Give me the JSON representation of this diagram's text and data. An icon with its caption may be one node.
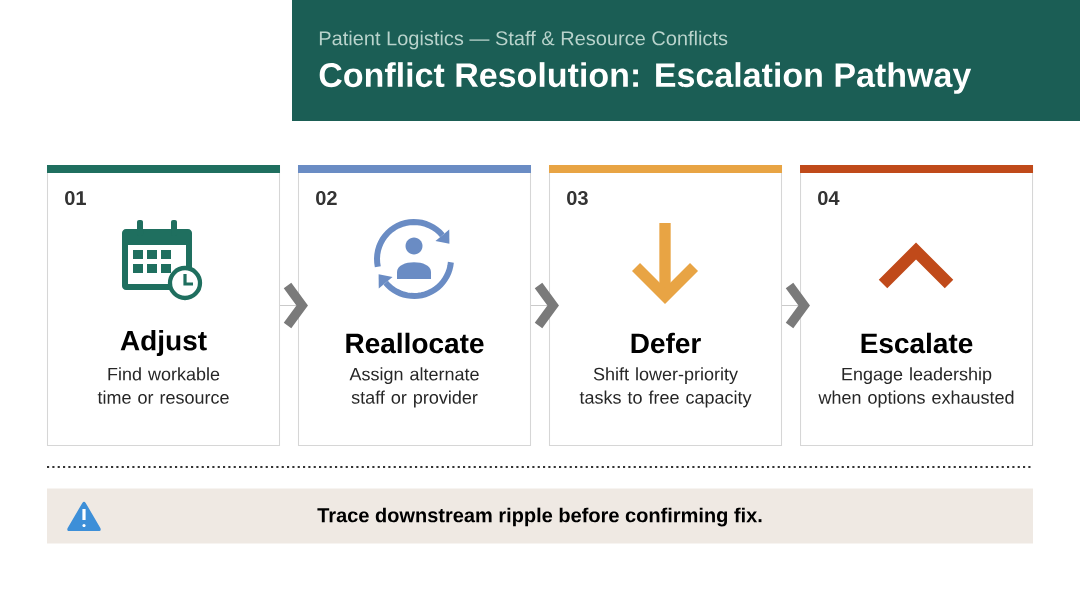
{
  "diagram": {
    "title": "Conflict Resolution: Escalation Pathway",
    "nodes": [
      {
        "text": [
          "01",
          "Adjust",
          "Find workable time or resource"
        ]
      },
      {
        "text": [
          "02",
          "Reallocate",
          "Assign alternate staff or provider"
        ]
      },
      {
        "text": [
          "03",
          "Defer",
          "Shift lower-priority tasks to free capacity"
        ]
      },
      {
        "text": [
          "04",
          "Escalate",
          "Engage leadership when options exhausted"
        ]
      },
      {
        "text": [
          "Trace downstream ripple before confirming fix."
        ]
      }
    ],
    "edges": [
      {
        "from": 0,
        "to": 1,
        "arrow": "to"
      },
      {
        "from": 1,
        "to": 2,
        "arrow": "to"
      },
      {
        "from": 2,
        "to": 3,
        "arrow": "to"
      }
    ],
    "labels": [
      "Patient Logistics — Staff & Resource Conflicts"
    ]
  }
}
